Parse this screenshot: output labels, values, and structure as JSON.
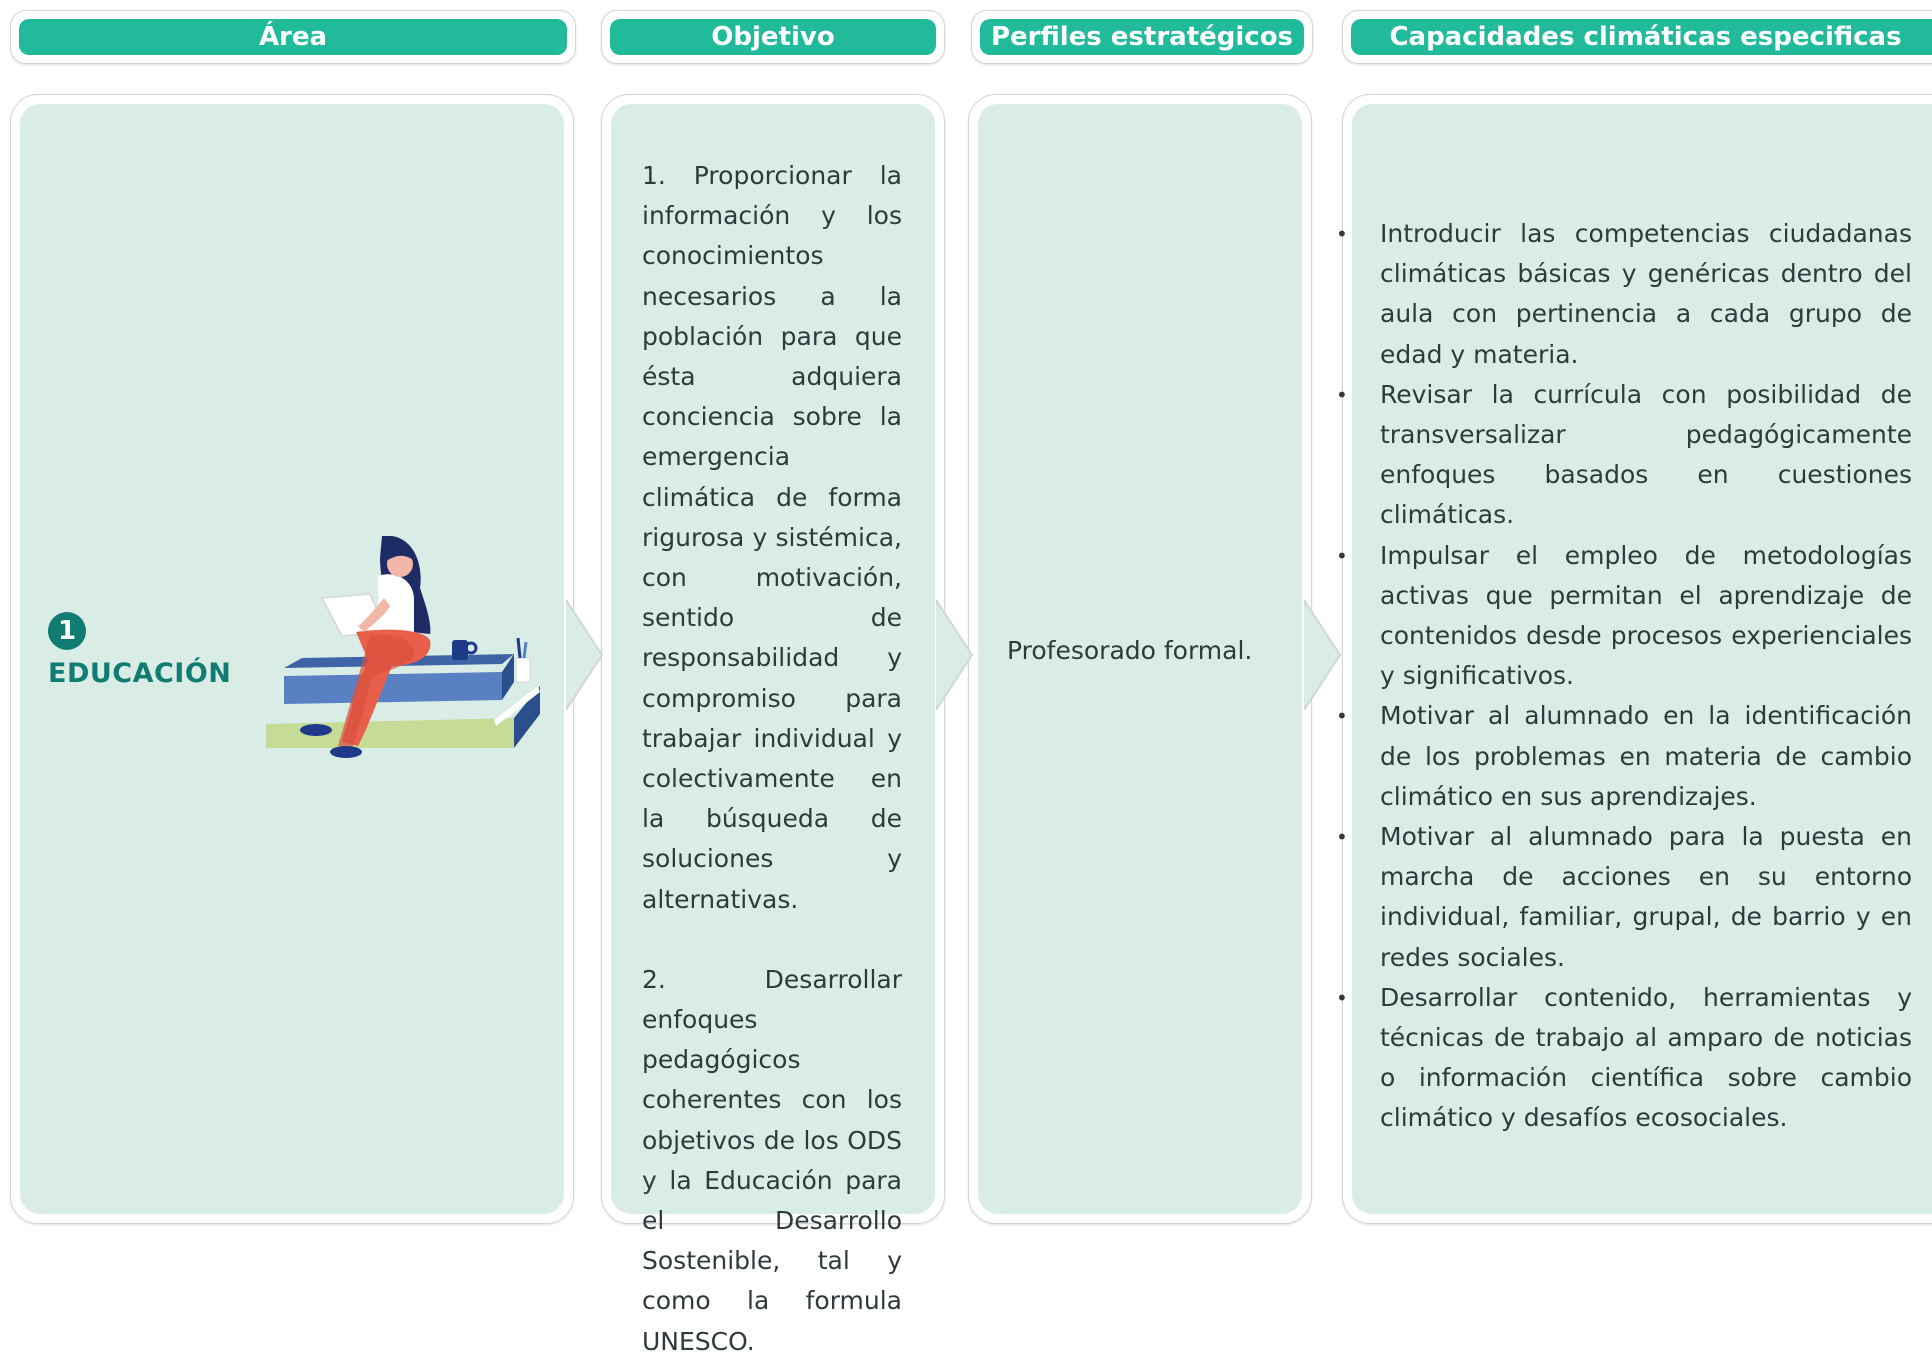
{
  "headers": {
    "area": "Área",
    "objetivo": "Objetivo",
    "perfiles": "Perfiles estratégicos",
    "capacidades": "Capacidades climáticas especificas"
  },
  "area": {
    "number": "1",
    "name": "EDUCACIÓN"
  },
  "objetivo": {
    "items": [
      "1. Proporcionar la información y los conocimientos necesarios a la población para que ésta adquiera conciencia sobre la emergencia climática de forma rigurosa y sistémica, con motivación, sentido de responsabilidad y compromiso para trabajar individual y colectivamente en la búsqueda de soluciones y alternativas.",
      "2. Desarrollar enfoques pedagógicos coherentes con los objetivos de los ODS y la Educación para el Desarrollo Sostenible, tal y como la formula UNESCO."
    ]
  },
  "perfiles": {
    "text": "Profesorado formal."
  },
  "capacidades": {
    "items": [
      "Introducir las competencias ciudadanas climáticas básicas y genéricas dentro del aula con pertinencia a cada grupo de edad y materia.",
      "Revisar la currícula con posibilidad de transversalizar pedagógicamente enfoques basados en cuestiones climáticas.",
      "Impulsar el empleo de metodologías activas que permitan el aprendizaje de contenidos desde procesos experienciales y significativos.",
      "Motivar al alumnado en la identificación de los problemas en materia de cambio climático en sus aprendizajes.",
      "Motivar al alumnado para la puesta en marcha de acciones en su entorno individual, familiar, grupal, de barrio y en redes sociales.",
      "Desarrollar contenido, herramientas y técnicas de trabajo al amparo de noticias o información científica sobre cambio climático y desafíos ecosociales."
    ]
  },
  "colors": {
    "header_green": "#21bb9b",
    "panel_bg": "#d9ede6",
    "area_teal": "#117c72"
  },
  "icons": {
    "illustration": "woman-reading-on-books-illustration"
  }
}
